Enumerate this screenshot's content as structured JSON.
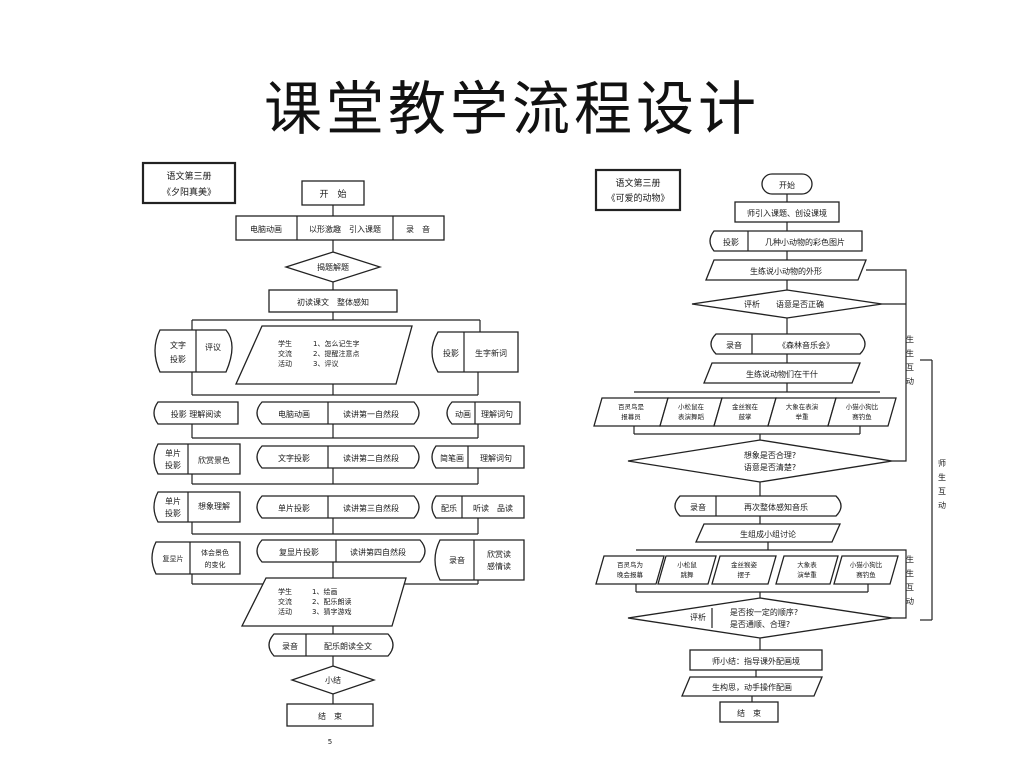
{
  "title": "课堂教学流程设计",
  "left": {
    "book": "语文第三册",
    "lesson": "《夕阳真美》",
    "start": "开　始",
    "row1": [
      "电脑动画",
      "以形激趣　引入课题",
      "录　音"
    ],
    "topic": "揭题解题",
    "first_read": "初读课文　整体感知",
    "note_left": [
      "文字",
      "投影"
    ],
    "note_left_text": "评议",
    "study": [
      "学生",
      "交流",
      "活动"
    ],
    "study_items": [
      "1、怎么记生字",
      "2、提醒注意点",
      "3、评议"
    ],
    "proj_left": "投影",
    "proj_right": "生字新词",
    "rows": [
      {
        "left": "投影  理解阅读",
        "mid": [
          "电脑动画",
          "读讲第一自然段"
        ],
        "right": [
          "动画",
          "理解词句"
        ]
      },
      {
        "left_a": [
          "单片",
          "投影"
        ],
        "left_b": "欣赏景色",
        "mid": [
          "文字投影",
          "读讲第二自然段"
        ],
        "right": [
          "简笔画",
          "理解词句"
        ]
      },
      {
        "left_a": [
          "单片",
          "投影"
        ],
        "left_b": "想象理解",
        "mid": [
          "单片投影",
          "读讲第三自然段"
        ],
        "right": [
          "配乐",
          "听读　品读"
        ]
      },
      {
        "left_a": "复显片",
        "left_b": [
          "体会景色",
          "的变化"
        ],
        "mid": [
          "复显片投影",
          "读讲第四自然段"
        ],
        "right_a": "录音",
        "right_b": [
          "欣赏读",
          "感情读"
        ]
      }
    ],
    "study2": [
      "学生",
      "交流",
      "活动"
    ],
    "study2_items": [
      "1、绘画",
      "2、配乐朗读",
      "3、猜字游戏"
    ],
    "final_read": [
      "录音",
      "配乐朗读全文"
    ],
    "summary": "小结",
    "end": "结　束",
    "page_no": "5"
  },
  "right": {
    "book": "语文第三册",
    "lesson": "《可爱的动物》",
    "start": "开始",
    "intro": "师引入课题、创设课境",
    "show": [
      "投影",
      "几种小动物的彩色图片"
    ],
    "say_look": "生练说小动物的外形",
    "judge1": [
      "评析",
      "语意是否正确"
    ],
    "record": [
      "录音",
      "《森林音乐会》"
    ],
    "say_do": "生练说动物们在干什",
    "animals": [
      [
        "百灵鸟是",
        "报幕员"
      ],
      [
        "小松鼠在",
        "表演舞蹈"
      ],
      [
        "金丝猴在",
        "鼓掌"
      ],
      [
        "大象在表演",
        "举重"
      ],
      [
        "小猫小狗比",
        "赛钓鱼"
      ]
    ],
    "judge2": [
      "想象是否合理?",
      "语意是否清楚?"
    ],
    "record2": [
      "录音",
      "再次整体感知音乐"
    ],
    "group": "生组成小组讨论",
    "animals2": [
      [
        "百灵鸟为",
        "晚会报幕"
      ],
      [
        "小松鼠",
        "跳舞"
      ],
      [
        "金丝猴姿",
        "摆子"
      ],
      [
        "大象表",
        "演举重"
      ],
      [
        "小猫小狗比",
        "赛钓鱼"
      ]
    ],
    "judge3_label": "评析",
    "judge3": [
      "是否按一定的顺序?",
      "是否通顺、合理?"
    ],
    "teacher_sum": "师小结：指导课外配画境",
    "student_draw": "生构思，动手操作配画",
    "end": "结　束",
    "side_ss": [
      "生",
      "生",
      "互",
      "动"
    ],
    "side_ts": [
      "师",
      "生",
      "互",
      "动"
    ],
    "side_ss2": [
      "生",
      "生",
      "互",
      "动"
    ]
  }
}
